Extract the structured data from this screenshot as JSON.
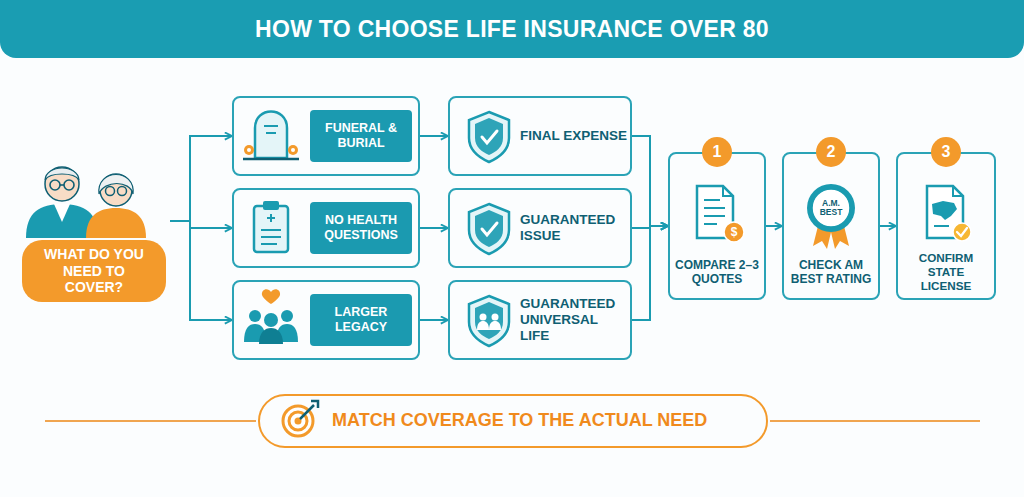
{
  "diagram": {
    "title": "HOW TO CHOOSE LIFE INSURANCE OVER 80",
    "nodes": [
      {
        "text": [
          "WHAT DO YOU NEED TO COVER?"
        ]
      },
      {
        "text": [
          "FUNERAL & BURIAL"
        ]
      },
      {
        "text": [
          "FINAL EXPENSE"
        ]
      },
      {
        "text": [
          "NO HEALTH QUESTIONS"
        ]
      },
      {
        "text": [
          "GUARANTEED ISSUE"
        ]
      },
      {
        "text": [
          "LARGER LEGACY"
        ]
      },
      {
        "text": [
          "GUARANTEED UNIVERSAL LIFE"
        ]
      },
      {
        "text": [
          "1",
          "COMPARE 2–3 QUOTES"
        ]
      },
      {
        "text": [
          "2",
          "CHECK AM BEST RATING"
        ]
      },
      {
        "text": [
          "3",
          "CONFIRM STATE LICENSE"
        ]
      },
      {
        "text": [
          "MATCH COVERAGE TO THE ACTUAL NEED"
        ]
      }
    ],
    "edges": [
      {
        "from": 0,
        "to": 1,
        "arrow": "to"
      },
      {
        "from": 0,
        "to": 3,
        "arrow": "to"
      },
      {
        "from": 0,
        "to": 5,
        "arrow": "to"
      },
      {
        "from": 1,
        "to": 2,
        "arrow": "to"
      },
      {
        "from": 3,
        "to": 4,
        "arrow": "to"
      },
      {
        "from": 5,
        "to": 6,
        "arrow": "to"
      },
      {
        "from": 2,
        "to": 7,
        "arrow": "to"
      },
      {
        "from": 4,
        "to": 7,
        "arrow": "to"
      },
      {
        "from": 6,
        "to": 7,
        "arrow": "to"
      },
      {
        "from": 7,
        "to": 8,
        "arrow": "to"
      },
      {
        "from": 8,
        "to": 9,
        "arrow": "to"
      }
    ],
    "labels": [
      "$",
      "A.M. BEST"
    ]
  }
}
